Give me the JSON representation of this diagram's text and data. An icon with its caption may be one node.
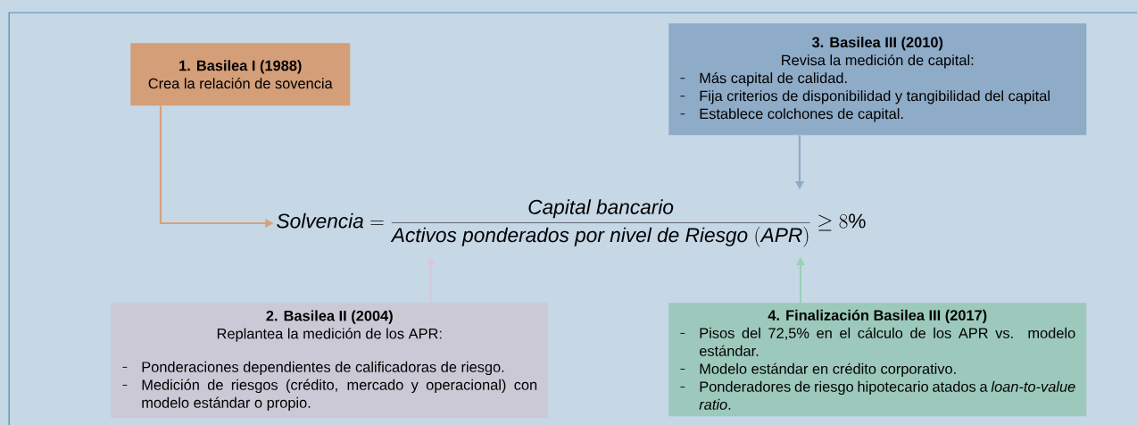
{
  "diagram": {
    "nodes": [
      {
        "text": [
          "1. Basilea I (1988)",
          "Crea la relación de sovencia"
        ]
      },
      {
        "text": [
          "3. Basilea III (2010)",
          "Revisa la medición de capital:",
          "Más capital de calidad.",
          "Fija criterios de disponibilidad y tangibilidad del capital",
          "Establece colchones de capital."
        ]
      },
      {
        "text": [
          "\\mathit{Solvencia} = \\frac{\\mathit{Capital\\ bancario}}{\\mathit{Activos\\ ponderados\\ por\\ nivel\\ de\\ Riesgo}\\ (\\mathit{APR})} \\geq 8\\%"
        ]
      },
      {
        "text": [
          "2. Basilea II (2004)",
          "Replantea la medición de los APR:",
          "Ponderaciones dependientes de calificadoras de riesgo.",
          "Medición de riesgos (crédito, mercado y operacional) con modelo estándar o propio."
        ]
      },
      {
        "text": [
          "4. Finalización Basilea III (2017)",
          "Pisos del 72,5% en el cálculo de los APR vs. modelo estándar.",
          "Modelo estándar en crédito corporativo.",
          "Ponderadores de riesgo hipotecario atados a *loan-to-value ratio*."
        ]
      }
    ],
    "edges": [
      {
        "from": 0,
        "to": 2,
        "arrow": "to",
        "color": "#d9a07a"
      },
      {
        "from": 1,
        "to": 2,
        "arrow": "to",
        "color": "#8eabc7"
      },
      {
        "from": 3,
        "to": 2,
        "arrow": "to",
        "color": "#d6c9da"
      },
      {
        "from": 4,
        "to": 2,
        "arrow": "to",
        "color": "#9ccfb8"
      }
    ]
  }
}
